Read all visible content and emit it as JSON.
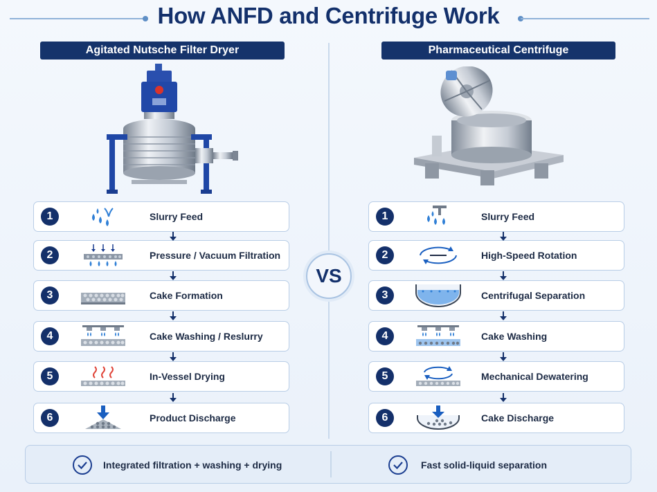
{
  "title": "How ANFD and Centrifuge Work",
  "vs_label": "VS",
  "left": {
    "header": "Agitated Nutsche Filter Dryer",
    "steps": [
      {
        "num": "1",
        "label": "Slurry Feed",
        "icon": "slurry-feed-icon"
      },
      {
        "num": "2",
        "label": "Pressure / Vacuum Filtration",
        "icon": "filtration-icon"
      },
      {
        "num": "3",
        "label": "Cake Formation",
        "icon": "cake-icon"
      },
      {
        "num": "4",
        "label": "Cake Washing / Reslurry",
        "icon": "washing-icon"
      },
      {
        "num": "5",
        "label": "In-Vessel Drying",
        "icon": "drying-icon"
      },
      {
        "num": "6",
        "label": "Product Discharge",
        "icon": "discharge-icon"
      }
    ]
  },
  "right": {
    "header": "Pharmaceutical Centrifuge",
    "steps": [
      {
        "num": "1",
        "label": "Slurry Feed",
        "icon": "slurry-feed-icon"
      },
      {
        "num": "2",
        "label": "High-Speed Rotation",
        "icon": "rotation-icon"
      },
      {
        "num": "3",
        "label": "Centrifugal Separation",
        "icon": "bowl-icon"
      },
      {
        "num": "4",
        "label": "Cake Washing",
        "icon": "washing-icon"
      },
      {
        "num": "5",
        "label": "Mechanical Dewatering",
        "icon": "dewatering-icon"
      },
      {
        "num": "6",
        "label": "Cake Discharge",
        "icon": "bowl-discharge-icon"
      }
    ]
  },
  "bottom": {
    "left_label": "Integrated filtration + washing + drying",
    "right_label": "Fast solid-liquid separation"
  },
  "colors": {
    "navy": "#14306a",
    "accent_blue": "#2f7fd6",
    "heat_red": "#e0463a"
  }
}
